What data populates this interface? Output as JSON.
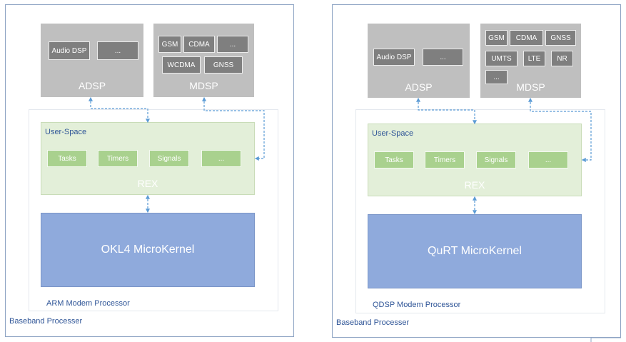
{
  "left": {
    "baseband_label": "Baseband Processer",
    "processor_label": "ARM Modem Processor",
    "adsp": {
      "title": "ADSP",
      "chips": [
        "Audio DSP",
        "..."
      ]
    },
    "mdsp": {
      "title": "MDSP",
      "chips": [
        "GSM",
        "CDMA",
        "...",
        "WCDMA",
        "GNSS"
      ]
    },
    "userspace_label": "User-Space",
    "rex_label": "REX",
    "tasks": [
      "Tasks",
      "Timers",
      "Signals",
      "..."
    ],
    "kernel_label": "OKL4 MicroKernel"
  },
  "right": {
    "baseband_label": "Baseband Processer",
    "processor_label": "QDSP Modem Processor",
    "adsp": {
      "title": "ADSP",
      "chips": [
        "Audio DSP",
        "..."
      ]
    },
    "mdsp": {
      "title": "MDSP",
      "chips": [
        "GSM",
        "CDMA",
        "GNSS",
        "UMTS",
        "LTE",
        "NR",
        "..."
      ]
    },
    "userspace_label": "User-Space",
    "rex_label": "REX",
    "tasks": [
      "Tasks",
      "Timers",
      "Signals",
      "..."
    ],
    "kernel_label": "QuRT MicroKernel"
  },
  "colors": {
    "dsp_box": "#bfbfbf",
    "dsp_chip": "#7f7f7f",
    "userspace": "#e3efd9",
    "task_chip": "#a9d18e",
    "kernel": "#8faadc",
    "label_blue": "#2f5597",
    "connector": "#5b9bd5"
  }
}
